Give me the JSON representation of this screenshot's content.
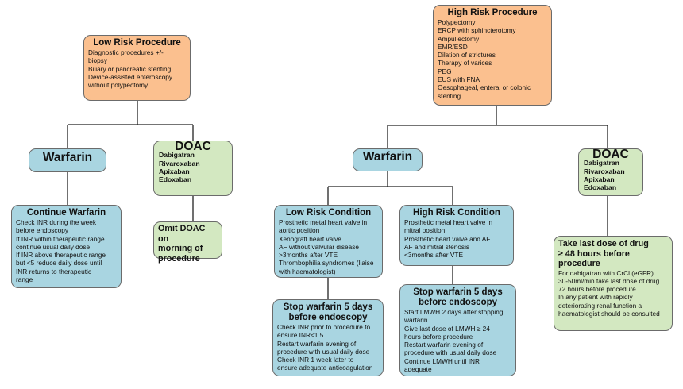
{
  "low_risk_procedure": {
    "title": "Low Risk Procedure",
    "items": [
      "Diagnostic procedures +/-",
      "biopsy",
      "Biliary or pancreatic stenting",
      "Device-assisted enteroscopy",
      "without polypectomy"
    ]
  },
  "high_risk_procedure": {
    "title": "High Risk Procedure",
    "items": [
      "Polypectomy",
      "ERCP with sphincterotomy",
      "Ampullectomy",
      "EMR/ESD",
      "Dilation of strictures",
      "Therapy of varices",
      "PEG",
      "EUS with FNA",
      "Oesophageal, enteral or colonic",
      "stenting"
    ]
  },
  "low_warfarin": {
    "title": "Warfarin"
  },
  "low_doac": {
    "title": "DOAC",
    "drugs": [
      "Dabigatran",
      "Rivaroxaban",
      "Apixaban",
      "Edoxaban"
    ]
  },
  "continue_warfarin": {
    "title": "Continue Warfarin",
    "items": [
      "Check INR during the week",
      "before endoscopy",
      "If INR within therapeutic range",
      "continue usual daily dose",
      "If INR above therapeutic range",
      "but <5 reduce daily dose until",
      "INR returns to therapeutic",
      "range"
    ]
  },
  "omit_doac": {
    "title": [
      "Omit DOAC on",
      "morning of",
      "procedure"
    ]
  },
  "high_warfarin": {
    "title": "Warfarin"
  },
  "high_doac": {
    "title": "DOAC",
    "drugs": [
      "Dabigatran",
      "Rivaroxaban",
      "Apixaban",
      "Edoxaban"
    ]
  },
  "low_risk_condition": {
    "title": "Low Risk Condition",
    "items": [
      "Prosthetic metal heart valve in",
      "aortic position",
      "Xenograft heart valve",
      "AF without valvular disease",
      ">3months after VTE",
      "Thrombophilia syndromes (liaise",
      "with haematologist)"
    ]
  },
  "high_risk_condition": {
    "title": "High Risk Condition",
    "items": [
      "Prosthetic metal heart valve in",
      "mitral position",
      "Prosthetic heart valve and AF",
      "AF and mitral stenosis",
      "<3months after VTE"
    ]
  },
  "stop_warfarin_low": {
    "title": [
      "Stop warfarin 5 days",
      "before endoscopy"
    ],
    "items": [
      "Check INR prior to procedure to",
      "ensure INR<1.5",
      "Restart warfarin evening of",
      "procedure with usual daily dose",
      "Check INR 1 week later to",
      "ensure adequate anticoagulation"
    ]
  },
  "stop_warfarin_high": {
    "title": [
      "Stop warfarin 5 days",
      "before endoscopy"
    ],
    "items": [
      "Start LMWH 2 days after stopping",
      "warfarin",
      "Give last dose of LMWH ≥ 24",
      "hours before procedure",
      "Restart warfarin evening of",
      "procedure with usual daily dose",
      "Continue LMWH until INR",
      "adequate"
    ]
  },
  "last_dose": {
    "title": [
      "Take last dose of drug",
      "≥ 48 hours before",
      "procedure"
    ],
    "items": [
      "For dabigatran with CrCl (eGFR)",
      "30-50ml/min take last dose of drug",
      "72 hours before procedure",
      "In any patient with rapidly",
      "deteriorating renal function a",
      "haematologist should be consulted"
    ]
  },
  "colors": {
    "orange": "#fbc08f",
    "blue": "#a9d5e1",
    "green": "#d3e8c1",
    "connector": "#222222"
  }
}
